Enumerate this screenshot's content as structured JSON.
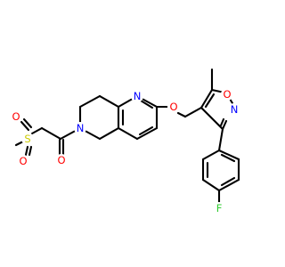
{
  "palette": {
    "bond": "#000000",
    "carbon": "#000000",
    "nitrogen": "#0000ff",
    "oxygen": "#ff0000",
    "sulfur": "#cccc00",
    "fluorine": "#33cc33"
  },
  "atoms": {
    "n_pip": {
      "text": "N",
      "color": "nitrogen"
    },
    "o_carbonyl": {
      "text": "O",
      "color": "oxygen"
    },
    "s_sulfonyl": {
      "text": "S",
      "color": "sulfur"
    },
    "o_sulfonyl_upper": {
      "text": "O",
      "color": "oxygen"
    },
    "o_sulfonyl_lower": {
      "text": "O",
      "color": "oxygen"
    },
    "n_pyridine": {
      "text": "N",
      "color": "nitrogen"
    },
    "o_ether": {
      "text": "O",
      "color": "oxygen"
    },
    "o_isoxazole": {
      "text": "O",
      "color": "oxygen"
    },
    "n_isoxazole": {
      "text": "N",
      "color": "nitrogen"
    },
    "f_fluoro": {
      "text": "F",
      "color": "fluorine"
    }
  }
}
